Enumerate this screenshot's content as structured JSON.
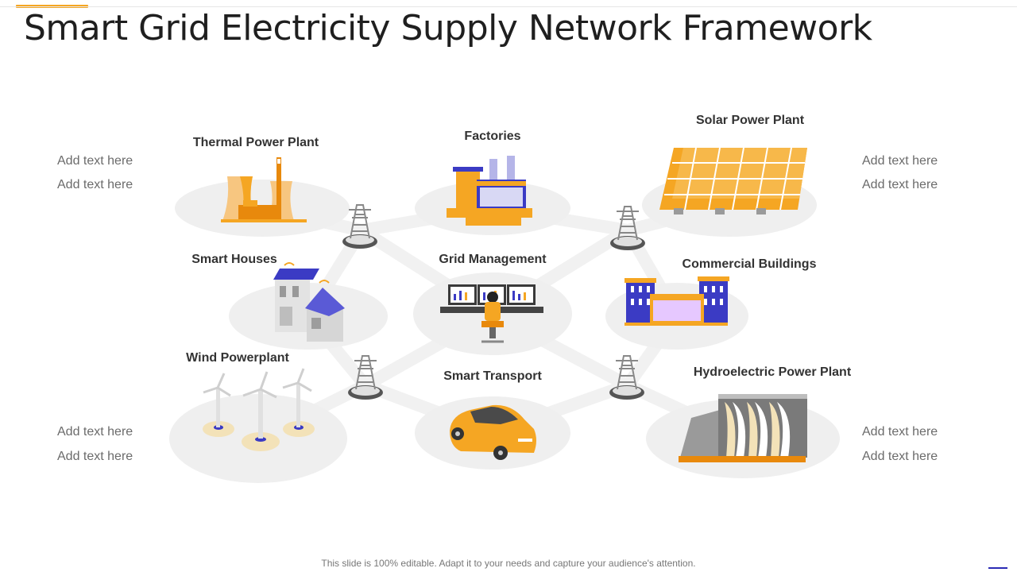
{
  "page": {
    "title": "Smart Grid Electricity Supply Network Framework",
    "footer": "This slide is 100% editable. Adapt it to your needs and capture your audience's attention."
  },
  "nodes": [
    {
      "id": "thermal",
      "label": "Thermal Power Plant",
      "icon": "thermal-plant-icon"
    },
    {
      "id": "factories",
      "label": "Factories",
      "icon": "factory-icon"
    },
    {
      "id": "solar",
      "label": "Solar Power Plant",
      "icon": "solar-panel-icon"
    },
    {
      "id": "houses",
      "label": "Smart Houses",
      "icon": "smart-house-icon"
    },
    {
      "id": "grid",
      "label": "Grid Management",
      "icon": "control-room-icon"
    },
    {
      "id": "commercial",
      "label": "Commercial Buildings",
      "icon": "commercial-building-icon"
    },
    {
      "id": "wind",
      "label": "Wind Powerplant",
      "icon": "wind-turbine-icon"
    },
    {
      "id": "transport",
      "label": "Smart Transport",
      "icon": "car-icon"
    },
    {
      "id": "hydro",
      "label": "Hydroelectric  Power Plant",
      "icon": "dam-icon"
    }
  ],
  "side_texts": {
    "top_left": [
      "Add text here",
      "Add text here"
    ],
    "top_right": [
      "Add text here",
      "Add text here"
    ],
    "bottom_left": [
      "Add text here",
      "Add text here"
    ],
    "bottom_right": [
      "Add text here",
      "Add text here"
    ]
  },
  "colors": {
    "orange": "#f5a623",
    "dark_orange": "#e8890c",
    "blue": "#3b3bc4",
    "light_gray": "#efefef",
    "mid_gray": "#cfcfcf",
    "dark_gray": "#555555"
  }
}
